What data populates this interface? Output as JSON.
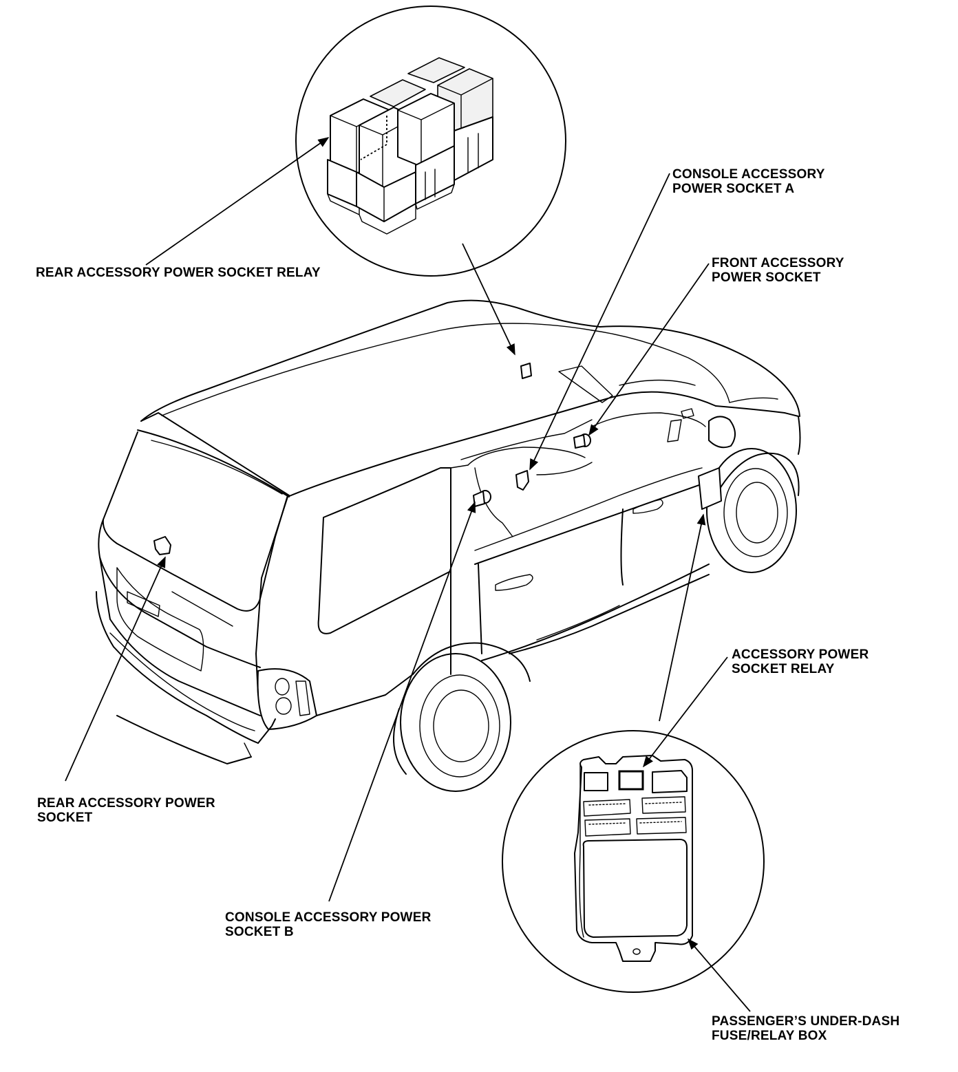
{
  "labels": {
    "rear_relay": [
      "REAR ACCESSORY POWER SOCKET RELAY"
    ],
    "console_a": [
      "CONSOLE ACCESSORY",
      "POWER SOCKET A"
    ],
    "front_socket": [
      "FRONT ACCESSORY",
      "POWER SOCKET"
    ],
    "acc_relay": [
      "ACCESSORY POWER",
      "SOCKET RELAY"
    ],
    "rear_socket": [
      "REAR ACCESSORY POWER",
      "SOCKET"
    ],
    "console_b": [
      "CONSOLE ACCESSORY POWER",
      "SOCKET B"
    ],
    "fuse_box": [
      "PASSENGER’S UNDER-DASH",
      "FUSE/RELAY BOX"
    ]
  }
}
